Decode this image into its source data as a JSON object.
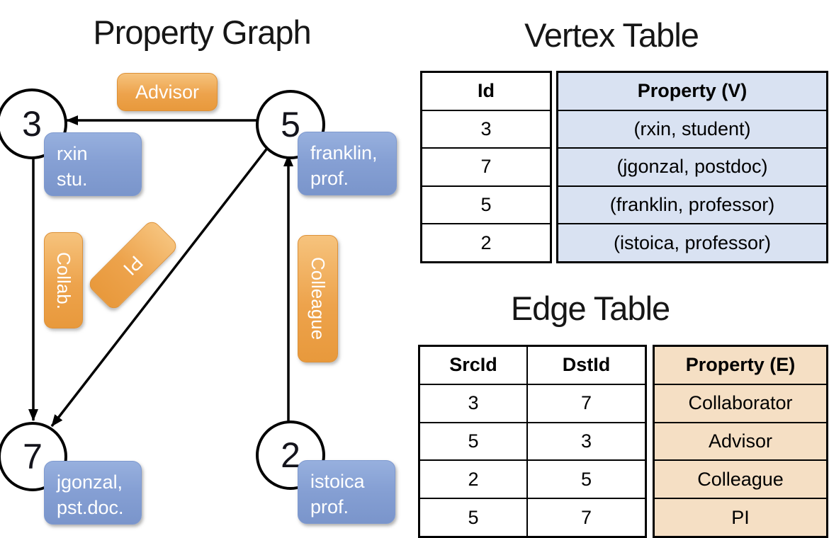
{
  "graph": {
    "title": "Property Graph",
    "nodes": [
      {
        "id": "3",
        "lines": [
          "rxin",
          "stu."
        ]
      },
      {
        "id": "5",
        "lines": [
          "franklin,",
          "prof."
        ]
      },
      {
        "id": "7",
        "lines": [
          "jgonzal,",
          "pst.doc."
        ]
      },
      {
        "id": "2",
        "lines": [
          "istoica",
          "prof."
        ]
      }
    ],
    "edge_labels": {
      "advisor": "Advisor",
      "collab": "Collab.",
      "pi": "PI",
      "colleague": "Colleague"
    }
  },
  "vertex_table": {
    "title": "Vertex Table",
    "columns": {
      "id": "Id",
      "property": "Property (V)"
    },
    "rows": [
      {
        "id": "3",
        "property": "(rxin, student)"
      },
      {
        "id": "7",
        "property": "(jgonzal, postdoc)"
      },
      {
        "id": "5",
        "property": "(franklin, professor)"
      },
      {
        "id": "2",
        "property": "(istoica, professor)"
      }
    ]
  },
  "edge_table": {
    "title": "Edge Table",
    "columns": {
      "src": "SrcId",
      "dst": "DstId",
      "property": "Property (E)"
    },
    "rows": [
      {
        "src": "3",
        "dst": "7",
        "property": "Collaborator"
      },
      {
        "src": "5",
        "dst": "3",
        "property": "Advisor"
      },
      {
        "src": "2",
        "dst": "5",
        "property": "Colleague"
      },
      {
        "src": "5",
        "dst": "7",
        "property": "PI"
      }
    ]
  },
  "colors": {
    "edge_label_orange_top": "#f6c37d",
    "edge_label_orange_bottom": "#e8993c",
    "vertex_label_blue_top": "#97b0de",
    "vertex_label_blue_bottom": "#7a95cb",
    "vertex_table_fill": "#d9e2f2",
    "edge_table_fill": "#f5dfc4",
    "line_black": "#000000"
  }
}
